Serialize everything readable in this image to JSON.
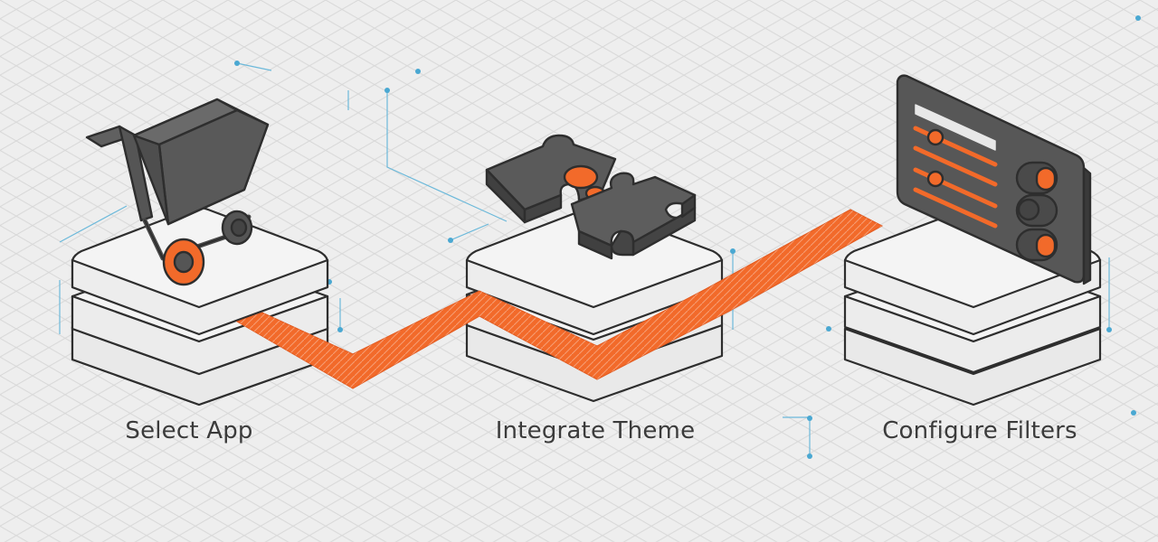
{
  "steps": [
    {
      "label": "Select App",
      "icon": "shopping-cart-icon"
    },
    {
      "label": "Integrate Theme",
      "icon": "puzzle-pieces-icon"
    },
    {
      "label": "Configure Filters",
      "icon": "filter-settings-panel-icon"
    }
  ],
  "colors": {
    "background": "#eeeeee",
    "grid": "#d9d9d9",
    "accent_orange": "#f26a2a",
    "icon_dark": "#555555",
    "outline": "#2e2e2e",
    "platform_fill": "#f2f2f2",
    "connector_blue": "#5fb3d6"
  }
}
